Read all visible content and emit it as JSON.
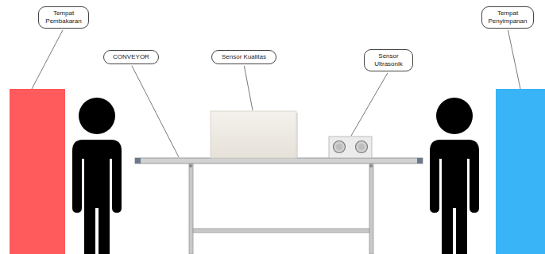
{
  "diagram": {
    "nodes": [
      {
        "text": [
          "Tempat Pembakaran"
        ]
      },
      {
        "text": [
          "CONVEYOR"
        ]
      },
      {
        "text": [
          "Sensor Kualitas"
        ]
      },
      {
        "text": [
          "Sensor Ultrasonik"
        ]
      },
      {
        "text": [
          "Tempat Penyimpanan"
        ]
      }
    ]
  }
}
